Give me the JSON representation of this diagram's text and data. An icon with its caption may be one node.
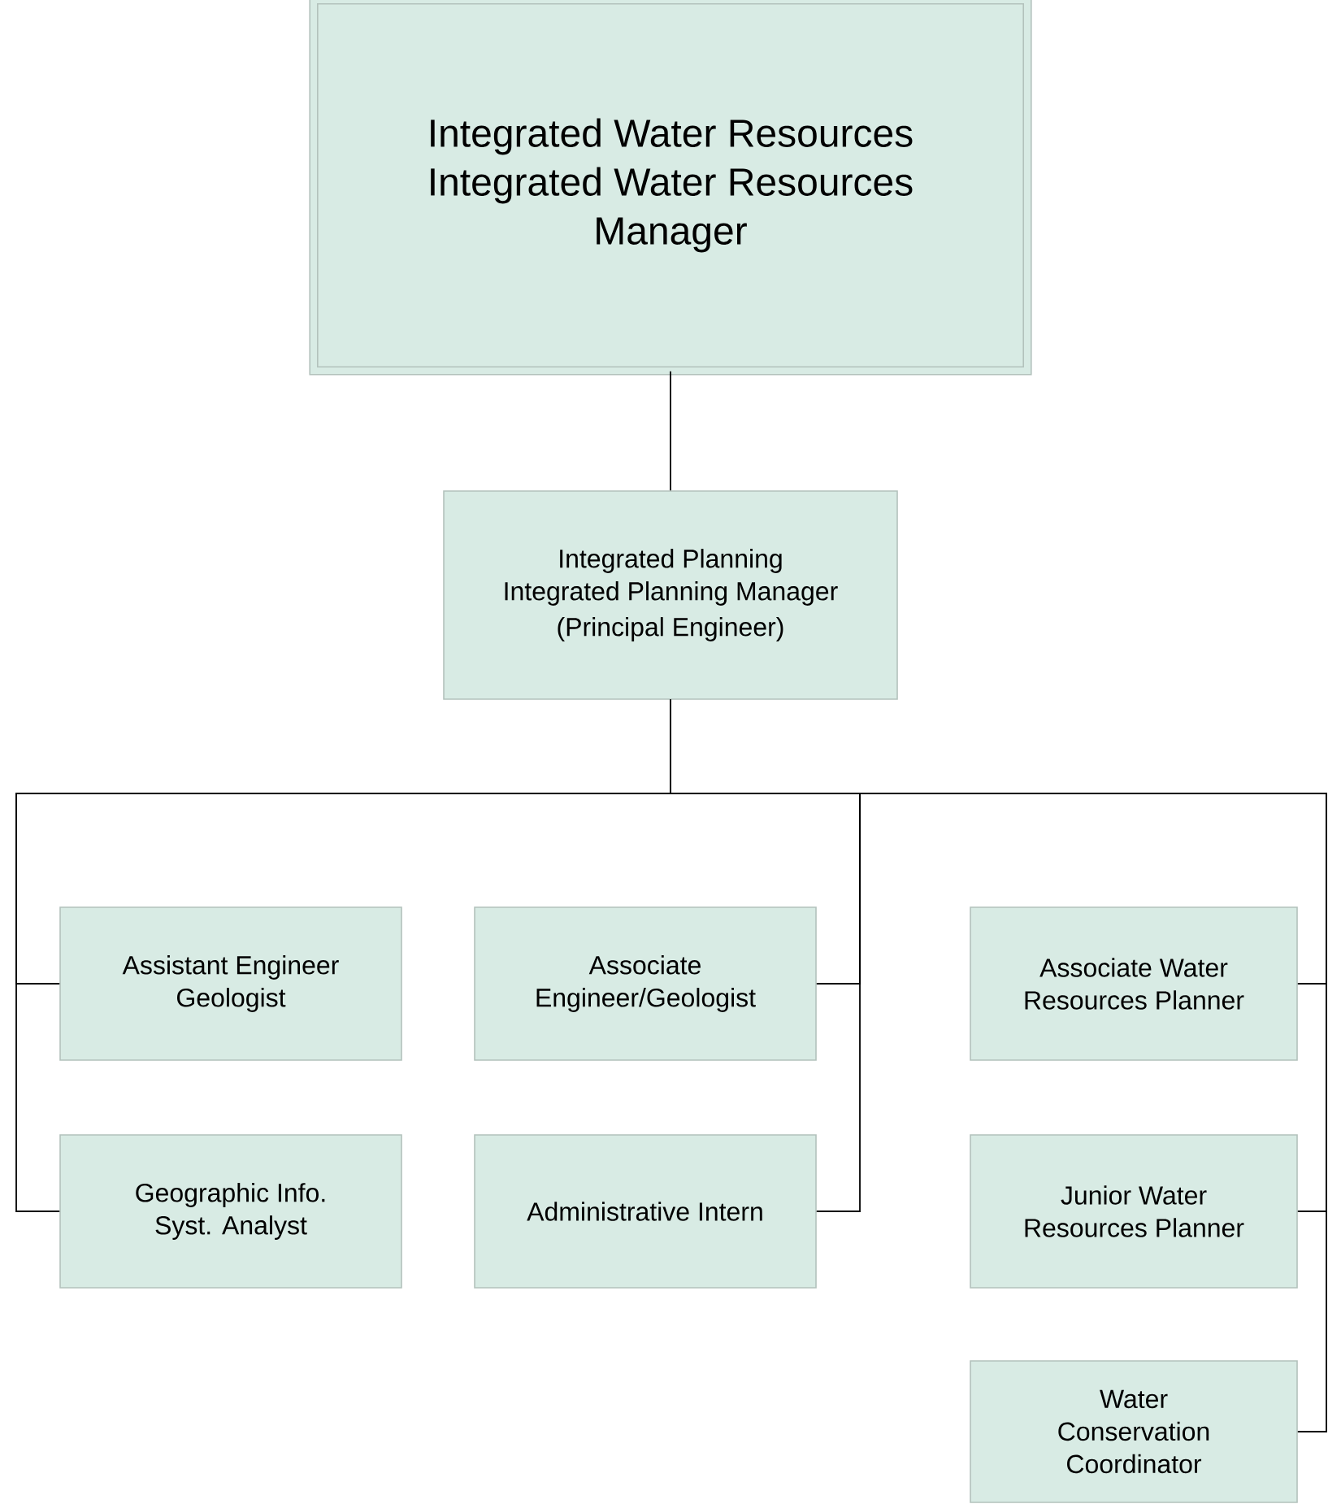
{
  "diagram": {
    "nodes": [
      {
        "text": [
          "Integrated Water Resources Integrated Water Resources Manager"
        ]
      },
      {
        "text": [
          "Integrated Planning Integrated Planning Manager",
          "(Principal Engineer)"
        ]
      },
      {
        "text": [
          "Assistant Engineer Geologist"
        ]
      },
      {
        "text": [
          "Geographic Info. Syst. Analyst"
        ]
      },
      {
        "text": [
          "Associate Engineer/Geologist"
        ]
      },
      {
        "text": [
          "Administrative Intern"
        ]
      },
      {
        "text": [
          "Associate Water Resources Planner"
        ]
      },
      {
        "text": [
          "Junior Water Resources Planner"
        ]
      },
      {
        "text": [
          "Water Conservation Coordinator"
        ]
      }
    ],
    "edges": [
      {
        "from": 0,
        "to": 1,
        "arrow": "none"
      },
      {
        "from": 1,
        "to": 2,
        "arrow": "none"
      },
      {
        "from": 1,
        "to": 3,
        "arrow": "none"
      },
      {
        "from": 1,
        "to": 4,
        "arrow": "none"
      },
      {
        "from": 1,
        "to": 5,
        "arrow": "none"
      },
      {
        "from": 1,
        "to": 6,
        "arrow": "none"
      },
      {
        "from": 1,
        "to": 7,
        "arrow": "none"
      },
      {
        "from": 1,
        "to": 8,
        "arrow": "none"
      }
    ]
  }
}
